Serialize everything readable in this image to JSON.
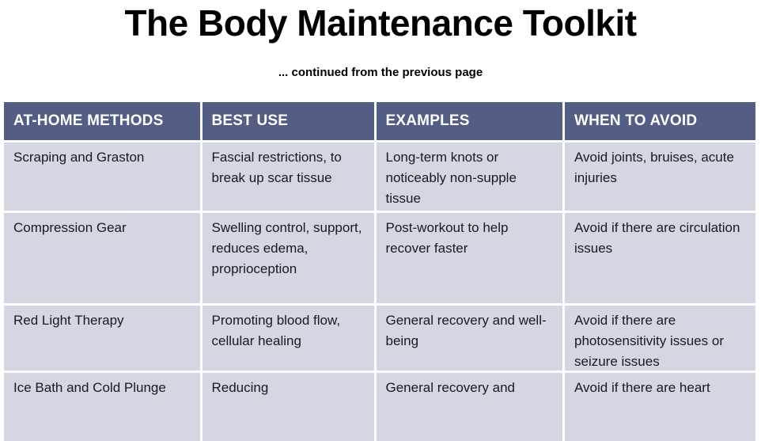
{
  "page": {
    "title": "The Body Maintenance Toolkit",
    "subtitle": "... continued from the previous page"
  },
  "table": {
    "columns": [
      "AT-HOME METHODS",
      "BEST USE",
      "EXAMPLES",
      "WHEN TO AVOID"
    ],
    "rows": [
      {
        "method": "Scraping and Graston",
        "best_use": "Fascial restrictions, to break up scar tissue",
        "examples": "Long-term knots or noticeably non-supple tissue",
        "when_to_avoid": "Avoid joints, bruises, acute injuries"
      },
      {
        "method": "Compression Gear",
        "best_use": "Swelling control, support, reduces edema, proprioception",
        "examples": "Post-workout to help recover faster",
        "when_to_avoid": "Avoid if there are circulation issues"
      },
      {
        "method": "Red Light Therapy",
        "best_use": "Promoting blood flow, cellular healing",
        "examples": "General recovery and well-being",
        "when_to_avoid": "Avoid if there are photosensitivity issues or seizure issues"
      },
      {
        "method": "Ice Bath and Cold Plunge",
        "best_use": "Reducing",
        "examples": "General recovery and",
        "when_to_avoid": "Avoid if there are heart"
      }
    ]
  },
  "theme": {
    "header_bg": "#545E84",
    "header_text": "#FFFFFF",
    "row_bg": "#D4D6E1",
    "body_text": "#1A1A1A",
    "divider": "#FFFFFF",
    "page_bg": "#FFFFFF"
  }
}
